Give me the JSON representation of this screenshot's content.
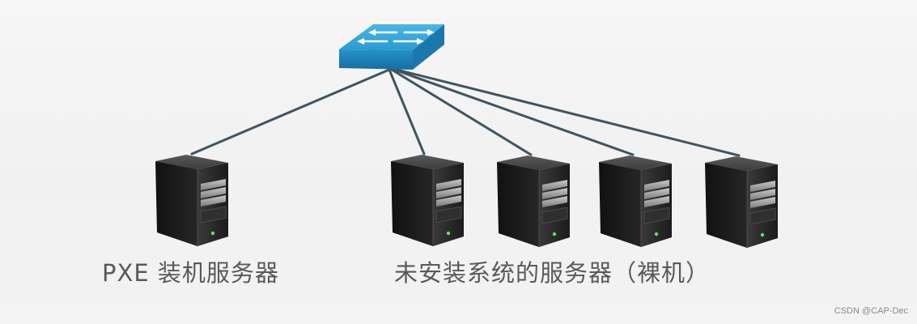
{
  "labels": {
    "pxe_server": "PXE 装机服务器",
    "bare_servers": "未安装系统的服务器（裸机）"
  },
  "watermark": "CSDN @CAP-Dec",
  "nodes": {
    "switch": "network-switch-icon",
    "pxe_server": "server-tower-icon",
    "bare_servers": [
      "server-tower-icon",
      "server-tower-icon",
      "server-tower-icon",
      "server-tower-icon"
    ]
  },
  "colors": {
    "switch_top": "#33a7d9",
    "switch_side": "#1b7fb5",
    "link_line": "#3f5560",
    "server_body": "#2b2b2b",
    "label_text": "#595959",
    "power_led": "#5fe35f"
  }
}
